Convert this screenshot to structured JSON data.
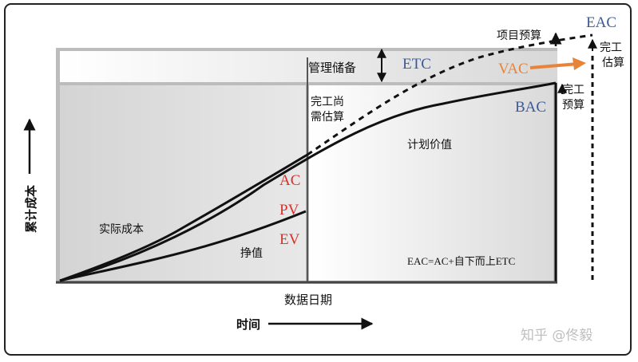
{
  "labels": {
    "y_axis": "累计成本",
    "x_axis": "时间",
    "data_date": "数据日期",
    "mgmt_reserve": "管理储备",
    "project_budget": "项目预算",
    "etc": "ETC",
    "eac": "EAC",
    "vac": "VAC",
    "bac": "BAC",
    "completion_est_1": "完工",
    "completion_est_2": "估算",
    "completion_budget_1": "完工",
    "completion_budget_2": "预算",
    "remaining_est_1": "完工尚",
    "remaining_est_2": "需估算",
    "planned_value": "计划价值",
    "actual_cost": "实际成本",
    "earned_value": "挣值",
    "ac": "AC",
    "pv": "PV",
    "ev": "EV",
    "formula": "EAC=AC+自下而上ETC",
    "watermark": "知乎 @佟毅"
  },
  "colors": {
    "blue": "#3a5a9c",
    "red": "#d8312b",
    "orange": "#e8833a",
    "line": "#111111"
  }
}
